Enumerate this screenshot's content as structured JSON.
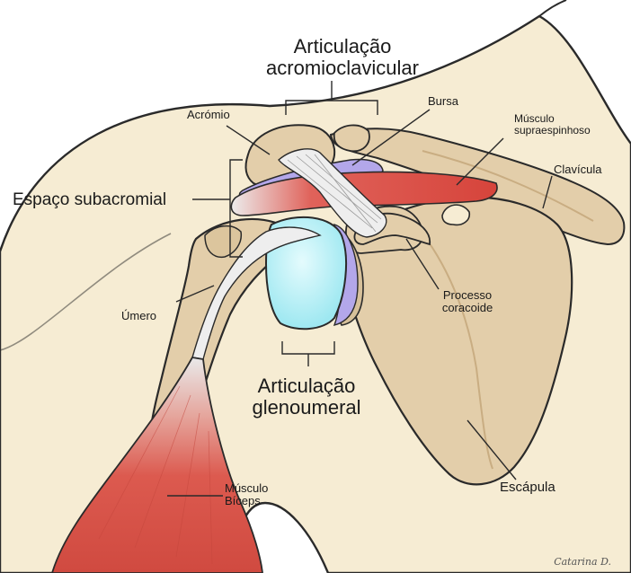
{
  "labels": {
    "ac_joint": [
      "Articulação",
      "acromioclavicular"
    ],
    "acromion": "Acrómio",
    "bursa": "Bursa",
    "supraspinatus": [
      "Músculo",
      "supraespinhoso"
    ],
    "clavicle": "Clavícula",
    "subacromial_space": "Espaço subacromial",
    "humerus": "Úmero",
    "coracoid": [
      "Processo",
      "coracoide"
    ],
    "gh_joint": [
      "Articulação",
      "glenoumeral"
    ],
    "scapula": "Escápula",
    "biceps": [
      "Músculo",
      "Bíceps"
    ]
  },
  "signature": "Catarina D.",
  "colors": {
    "skin": "#f6ecd3",
    "bone": "#e3ceaa",
    "bone_dark": "#c9ad82",
    "muscle": "#d9534a",
    "cartilage": "#b9f2f7",
    "bursa": "#b3a7ea",
    "tendon": "#eeeeee",
    "outline": "#2a2a2a"
  }
}
